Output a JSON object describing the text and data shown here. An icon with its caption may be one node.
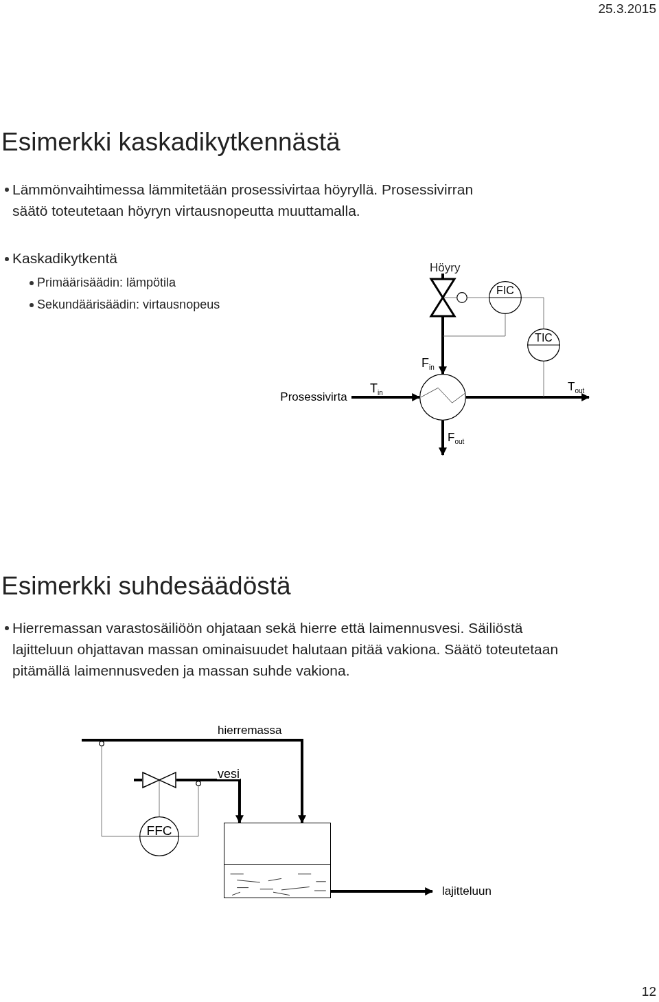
{
  "diagram": {
    "nodes": [
      {
        "text": [],
        "shape": "valve"
      },
      {
        "text": [],
        "shape": "circle"
      },
      {
        "text": [
          "FIC"
        ]
      },
      {
        "text": [
          "TIC"
        ]
      },
      {
        "text": [],
        "shape": "circle"
      },
      {
        "text": [
          "Prosessivirta"
        ]
      },
      {
        "text": [],
        "shape": "valve"
      },
      {
        "text": [
          "FFC"
        ]
      },
      {
        "text": [],
        "shape": "box"
      },
      {
        "text": [
          "lajitteluun"
        ]
      },
      {
        "text": [],
        "shape": "circle"
      },
      {
        "text": [],
        "shape": "circle"
      }
    ],
    "edges": [
      {
        "from": 0,
        "to": 4,
        "arrow": "to",
        "label": "F$_{in}$",
        "style": "thick"
      },
      {
        "from": 5,
        "to": 4,
        "arrow": "to",
        "label": "T$_{in}$",
        "style": "thick"
      },
      {
        "from": 4,
        "to": null,
        "arrow": "to",
        "label": "T$_{out}$",
        "style": "thick"
      },
      {
        "from": 4,
        "to": null,
        "arrow": "to",
        "label": "F$_{out}$",
        "style": "thick"
      },
      {
        "from": 1,
        "to": 0,
        "arrow": "none"
      },
      {
        "from": 2,
        "to": 1,
        "arrow": "none"
      },
      {
        "from": null,
        "to": 2,
        "arrow": "none"
      },
      {
        "from": 3,
        "to": 2,
        "arrow": "none"
      },
      {
        "from": null,
        "to": 3,
        "arrow": "none"
      },
      {
        "from": null,
        "to": 8,
        "arrow": "to",
        "label": "hierremassa",
        "style": "thick"
      },
      {
        "from": 6,
        "to": 8,
        "arrow": "to",
        "label": "vesi",
        "style": "thick"
      },
      {
        "from": 8,
        "to": 9,
        "arrow": "to",
        "style": "thick"
      },
      {
        "from": 10,
        "to": 7,
        "arrow": "none"
      },
      {
        "from": 11,
        "to": 7,
        "arrow": "none"
      },
      {
        "from": 7,
        "to": 6,
        "arrow": "none"
      }
    ],
    "labels": [
      "25.3.2015",
      "Esimerkki kaskadikytkennästä",
      "Lämmönvaihtimessa lämmitetään prosessivirtaa höyryllä. Prosessivirran säätö toteutetaan höyryn virtausnopeutta muuttamalla.",
      "Kaskadikytkentä",
      "Höyry",
      "Primäärisäädin: lämpötila",
      "Sekundäärisäädin: virtausnopeus",
      "Esimerkki suhdesäädöstä",
      "Hierremassan varastosäiliöön ohjataan sekä hierre että laimennusvesi. Säiliöstä lajitteluun ohjattavan massan ominaisuudet halutaan pitää vakiona. Säätö toteutetaan pitämällä laimennusveden ja massan suhde vakiona.",
      "12"
    ]
  }
}
